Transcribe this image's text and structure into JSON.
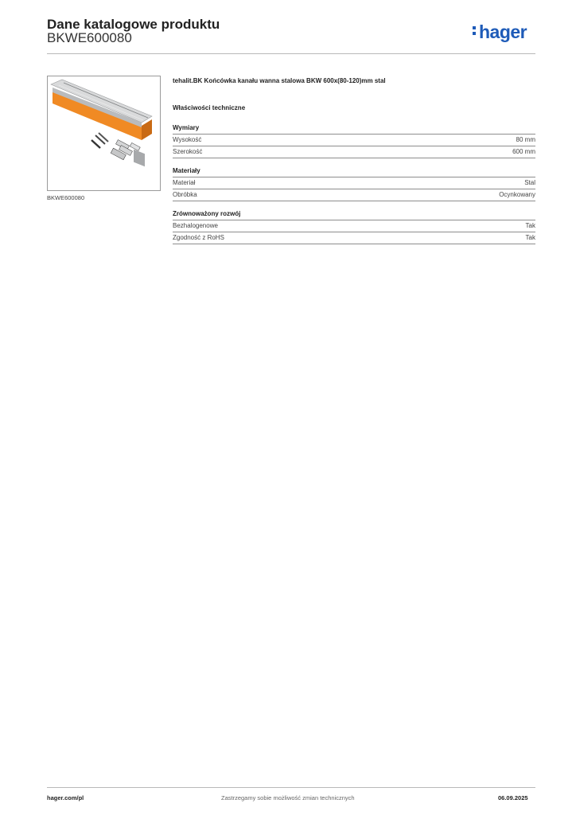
{
  "header": {
    "title": "Dane katalogowe produktu",
    "subtitle": "BKWE600080",
    "logo_text": "hager",
    "brand_color": "#1e5bb8"
  },
  "image": {
    "caption": "BKWE600080"
  },
  "product": {
    "title": "tehalit.BK Końcówka kanału wanna stalowa BKW 600x(80-120)mm stal"
  },
  "properties": {
    "title": "Właściwości techniczne",
    "sections": [
      {
        "heading": "Wymiary",
        "rows": [
          {
            "label": "Wysokość",
            "value": "80 mm"
          },
          {
            "label": "Szerokość",
            "value": "600 mm"
          }
        ]
      },
      {
        "heading": "Materiały",
        "rows": [
          {
            "label": "Materiał",
            "value": "Stal"
          },
          {
            "label": "Obróbka",
            "value": "Ocynkowany"
          }
        ]
      },
      {
        "heading": "Zrównoważony rozwój",
        "rows": [
          {
            "label": "Bezhalogenowe",
            "value": "Tak"
          },
          {
            "label": "Zgodność z RoHS",
            "value": "Tak"
          }
        ]
      }
    ]
  },
  "footer": {
    "website": "hager.com/pl",
    "disclaimer": "Zastrzegamy sobie możliwość zmian technicznych",
    "date": "06.09.2025"
  }
}
